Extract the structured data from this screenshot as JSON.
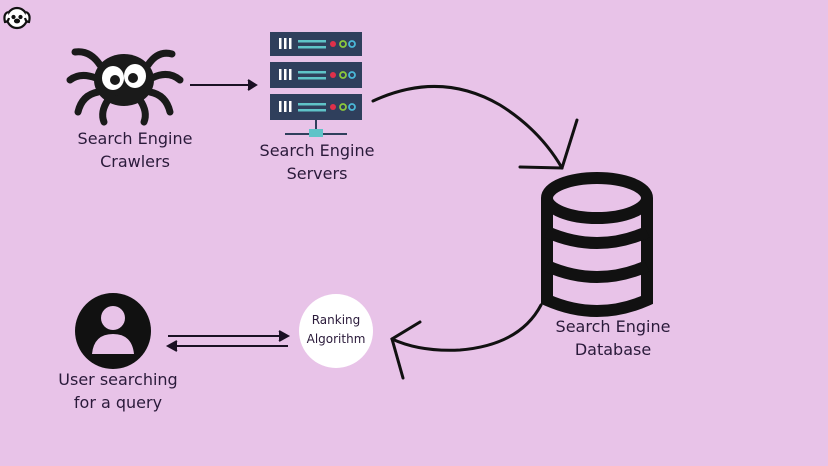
{
  "diagram": {
    "nodes": {
      "crawlers": {
        "label_line1": "Search Engine",
        "label_line2": "Crawlers",
        "icon": "spider-icon"
      },
      "servers": {
        "label_line1": "Search Engine",
        "label_line2": "Servers",
        "icon": "server-rack-icon"
      },
      "database": {
        "label_line1": "Search Engine",
        "label_line2": "Database",
        "icon": "database-icon"
      },
      "ranking": {
        "label_line1": "Ranking",
        "label_line2": "Algorithm"
      },
      "user": {
        "label_line1": "User searching",
        "label_line2": "for a query",
        "icon": "user-icon"
      }
    },
    "edges": [
      {
        "from": "crawlers",
        "to": "servers"
      },
      {
        "from": "servers",
        "to": "database"
      },
      {
        "from": "database",
        "to": "ranking"
      },
      {
        "from": "user",
        "to": "ranking"
      },
      {
        "from": "ranking",
        "to": "user"
      }
    ],
    "logo": "dog-logo-icon",
    "colors": {
      "background": "#e8c3e8",
      "server_body": "#2f3f5c",
      "server_line": "#5fc3c8",
      "light_red": "#e0304a",
      "light_green": "#8cc83c",
      "light_blue": "#4ab8d8",
      "ink": "#111111"
    }
  }
}
